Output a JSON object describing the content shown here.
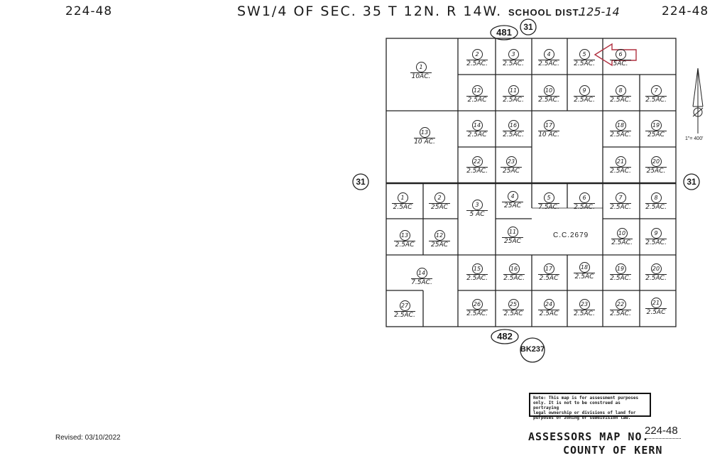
{
  "header": {
    "map_no_left": "224-48",
    "title": "SW1/4 OF SEC. 35 T 12N. R 14W.",
    "school_dist_label": "SCHOOL DIST.",
    "school_dist_value": "125-14",
    "map_no_right": "224-48"
  },
  "roads": {
    "top_road": "481",
    "top_route": "31",
    "left_route": "31",
    "right_route": "31",
    "bottom_road": "482",
    "book": "BK237"
  },
  "north_arrow": {
    "scale": "1\"= 400'"
  },
  "parcels_north": [
    {
      "num": "1",
      "area": "10AC."
    },
    {
      "num": "2",
      "area": "2.5AC."
    },
    {
      "num": "3",
      "area": "2.5AC."
    },
    {
      "num": "4",
      "area": "2.5AC."
    },
    {
      "num": "5",
      "area": "2.5AC."
    },
    {
      "num": "6",
      "area": "5AC."
    },
    {
      "num": "12",
      "area": "2.5AC"
    },
    {
      "num": "11",
      "area": "2.5AC."
    },
    {
      "num": "10",
      "area": "2.5AC."
    },
    {
      "num": "9",
      "area": "2.5AC."
    },
    {
      "num": "8",
      "area": "2.5AC."
    },
    {
      "num": "7",
      "area": "2.5AC."
    },
    {
      "num": "13",
      "area": "10 AC."
    },
    {
      "num": "14",
      "area": "2.5AC"
    },
    {
      "num": "16",
      "area": "2.5AC."
    },
    {
      "num": "17",
      "area": "10 AC."
    },
    {
      "num": "18",
      "area": "2.5AC."
    },
    {
      "num": "19",
      "area": "25AC"
    },
    {
      "num": "22",
      "area": "2.5AC."
    },
    {
      "num": "23",
      "area": "25AC"
    },
    {
      "num": "21",
      "area": "2.5AC."
    },
    {
      "num": "20",
      "area": "25AC."
    }
  ],
  "parcels_south": [
    {
      "num": "1",
      "area": "2.5AC"
    },
    {
      "num": "2",
      "area": "25AC"
    },
    {
      "num": "3",
      "area": "5 AC"
    },
    {
      "num": "4",
      "area": "25AC"
    },
    {
      "num": "5",
      "area": "7.5AC."
    },
    {
      "num": "6",
      "area": "2.5AC."
    },
    {
      "num": "7",
      "area": "2.5AC."
    },
    {
      "num": "8",
      "area": "2.5AC."
    },
    {
      "num": "13",
      "area": "2.5AC"
    },
    {
      "num": "12",
      "area": "25AC"
    },
    {
      "num": "11",
      "area": "25AC"
    },
    {
      "num": "10",
      "area": "2.5AC."
    },
    {
      "num": "9",
      "area": "2.5AC."
    },
    {
      "num": "14",
      "area": "7.5AC."
    },
    {
      "num": "15",
      "area": "2.5AC."
    },
    {
      "num": "16",
      "area": "2.5AC."
    },
    {
      "num": "17",
      "area": "2.5AC"
    },
    {
      "num": "18",
      "area": "2.5AC"
    },
    {
      "num": "19",
      "area": "2.5AC."
    },
    {
      "num": "20",
      "area": "2.5AC."
    },
    {
      "num": "27",
      "area": "2.5AC."
    },
    {
      "num": "26",
      "area": "2.5AC."
    },
    {
      "num": "25",
      "area": "2.5AC"
    },
    {
      "num": "24",
      "area": "2.5AC"
    },
    {
      "num": "23",
      "area": "2.5AC."
    },
    {
      "num": "22",
      "area": "2.5AC."
    },
    {
      "num": "21",
      "area": "2.5AC"
    }
  ],
  "cc_label": "C.C.2679",
  "note": {
    "line1": "Note: This map is for assessment purposes",
    "line2": "only. It is not to be construed as portraying",
    "line3": "legal ownership or divisions of land for",
    "line4": "purposes of zoning or subdivision law."
  },
  "footer": {
    "revised": "Revised: 03/10/2022",
    "assessors_label": "ASSESSORS MAP NO.",
    "assessors_no": "224-48",
    "county": "COUNTY OF KERN"
  }
}
